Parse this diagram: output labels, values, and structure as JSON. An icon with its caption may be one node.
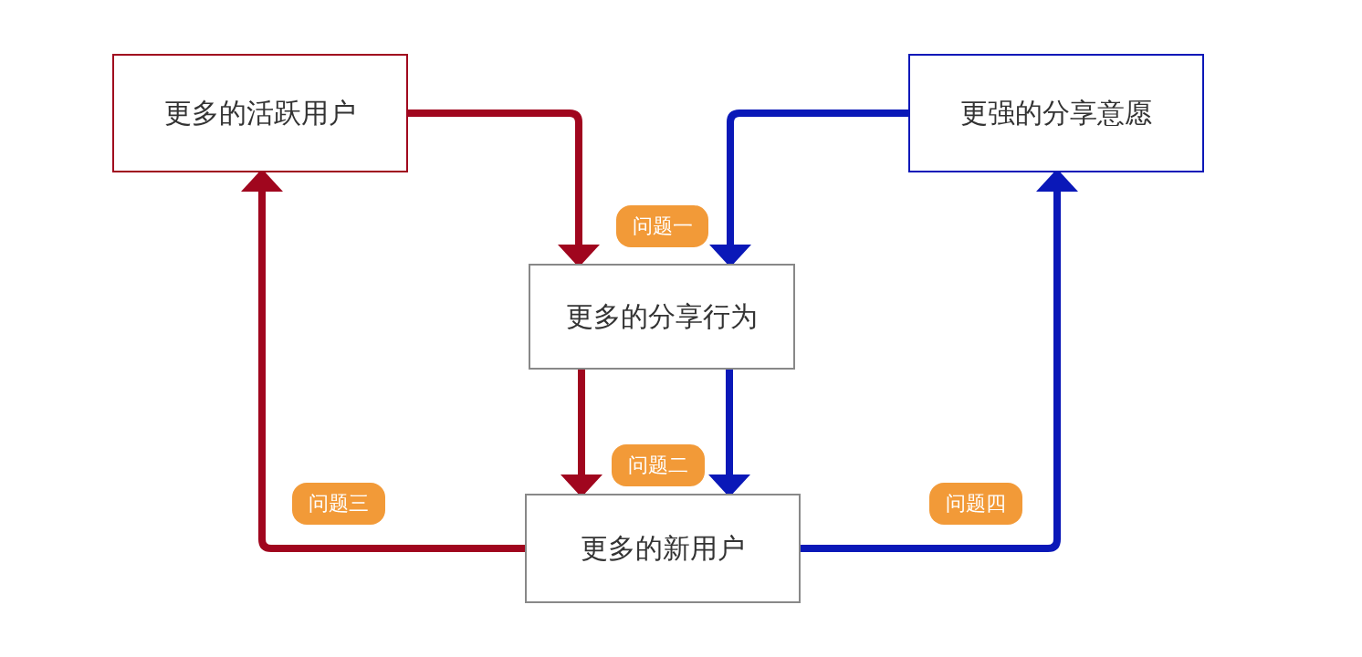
{
  "diagram": {
    "nodes": [
      {
        "text": [
          "更多的活跃用户"
        ]
      },
      {
        "text": [
          "更强的分享意愿"
        ]
      },
      {
        "text": [
          "更多的分享行为"
        ]
      },
      {
        "text": [
          "更多的新用户"
        ]
      }
    ],
    "edges": [
      {
        "from": 0,
        "to": 2,
        "arrow": "to",
        "color": "#a0061e"
      },
      {
        "from": 1,
        "to": 2,
        "arrow": "to",
        "color": "#0a18b8"
      },
      {
        "from": 2,
        "to": 3,
        "arrow": "to",
        "color": "#a0061e"
      },
      {
        "from": 2,
        "to": 3,
        "arrow": "to",
        "color": "#0a18b8"
      },
      {
        "from": 3,
        "to": 0,
        "arrow": "to",
        "color": "#a0061e"
      },
      {
        "from": 3,
        "to": 1,
        "arrow": "to",
        "color": "#0a18b8"
      }
    ],
    "labels": [
      "问题一",
      "问题二",
      "问题三",
      "问题四"
    ]
  }
}
